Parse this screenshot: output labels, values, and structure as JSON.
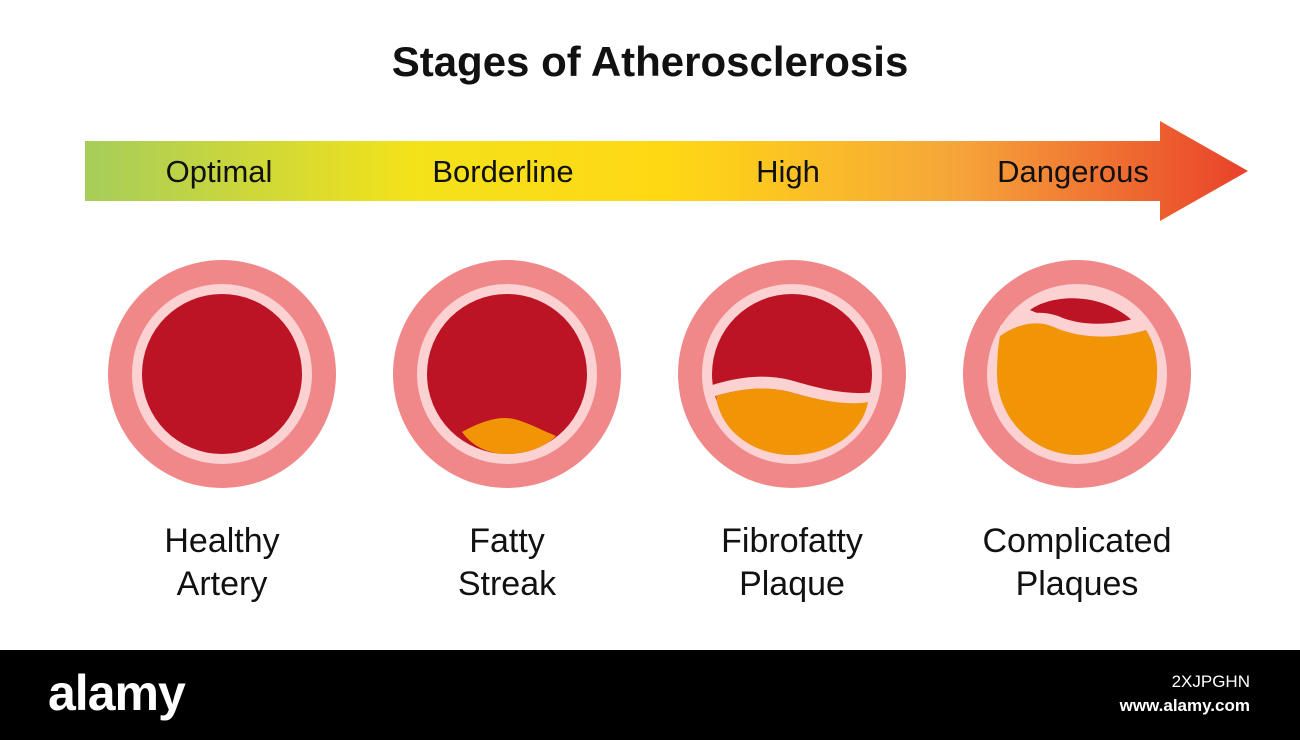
{
  "title": "Stages of Atherosclerosis",
  "scale": {
    "labels": [
      "Optimal",
      "Borderline",
      "High",
      "Dangerous"
    ],
    "gradient_colors": [
      "#a6cd5a",
      "#f3e21a",
      "#ffd814",
      "#f6a53a",
      "#e9412a"
    ]
  },
  "stages": [
    {
      "line1": "Healthy",
      "line2": "Artery",
      "plaque_fraction": 0.0
    },
    {
      "line1": "Fatty",
      "line2": "Streak",
      "plaque_fraction": 0.15
    },
    {
      "line1": "Fibrofatty",
      "line2": "Plaque",
      "plaque_fraction": 0.45
    },
    {
      "line1": "Complicated",
      "line2": "Plaques",
      "plaque_fraction": 0.85
    }
  ],
  "colors": {
    "outer_wall": "#f0888a",
    "inner_ring": "#fbd1d2",
    "blood": "#bc1424",
    "plaque": "#f19406"
  },
  "footer": {
    "logo": "alamy",
    "image_id": "2XJPGHN",
    "site": "www.alamy.com"
  }
}
